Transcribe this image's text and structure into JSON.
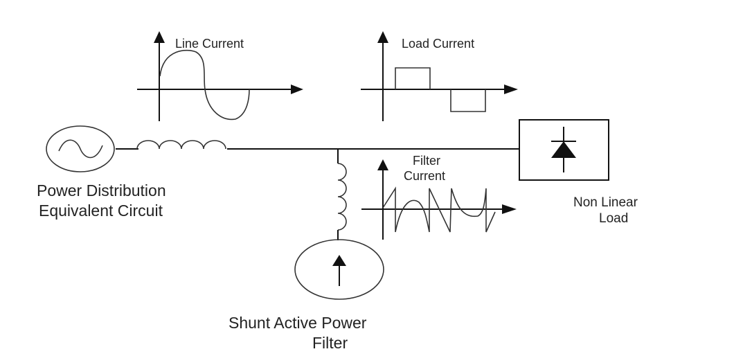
{
  "title": "Shunt Active Power Filter Diagram",
  "labels": {
    "line_current": "Line Current",
    "load_current": "Load Current",
    "filter_current_1": "Filter",
    "filter_current_2": "Current",
    "power_dist_1": "Power Distribution",
    "power_dist_2": "Equivalent Circuit",
    "nonlinear_1": "Non Linear",
    "nonlinear_2": "Load",
    "shunt_1": "Shunt Active Power",
    "shunt_2": "Filter"
  },
  "components": {
    "source": "ac-voltage-source",
    "series_inductor": "line-inductor",
    "shunt_inductor": "filter-inductor",
    "filter_source": "current-source",
    "load": "diode-rectifier"
  },
  "waveforms": {
    "line_current": "sinusoidal",
    "load_current": "square",
    "filter_current": "compensating"
  }
}
